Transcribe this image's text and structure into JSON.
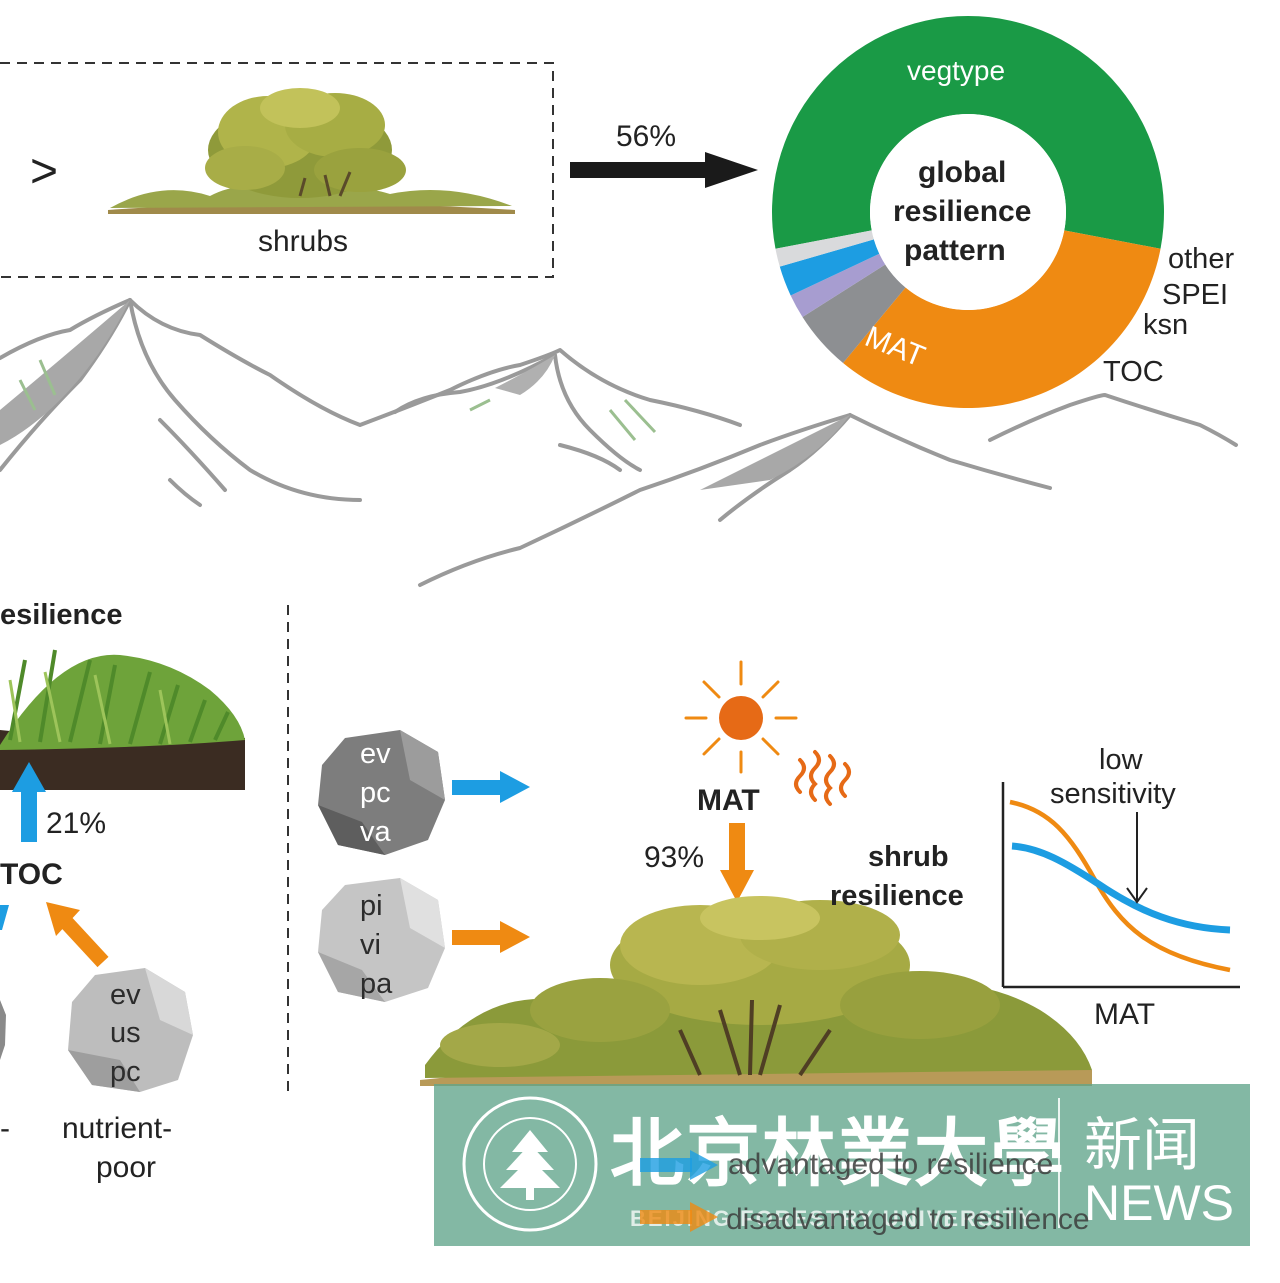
{
  "top": {
    "gt_symbol": ">",
    "shrubs_label": "shrubs",
    "arrow_percent": "56%"
  },
  "donut": {
    "center_lines": [
      "global",
      "resilience",
      "pattern"
    ],
    "segments": [
      {
        "name": "vegtype",
        "share": 0.56,
        "color": "#1a9a46"
      },
      {
        "name": "MAT",
        "share": 0.33,
        "color": "#ef8a12"
      },
      {
        "name": "TOC",
        "share": 0.05,
        "color": "#8d8f92"
      },
      {
        "name": "ksn",
        "share": 0.02,
        "color": "#a79dd0"
      },
      {
        "name": "SPEI",
        "share": 0.025,
        "color": "#1d9de2"
      },
      {
        "name": "other",
        "share": 0.015,
        "color": "#d9dadc"
      }
    ]
  },
  "left_panel": {
    "title_fragment": "esilience",
    "arrow_percent": "21%",
    "driver": "TOC",
    "rock_lines": [
      "ev",
      "us",
      "pc"
    ],
    "rock_caption_lines": [
      "nutrient-",
      "poor"
    ],
    "clipped_caption": "-"
  },
  "right_panel": {
    "rock1_lines": [
      "ev",
      "pc",
      "va"
    ],
    "rock2_lines": [
      "pi",
      "vi",
      "pa"
    ],
    "driver": "MAT",
    "arrow_percent": "93%",
    "resilience_lines": [
      "shrub",
      "resilience"
    ],
    "inset": {
      "annotation_lines": [
        "low",
        "sensitivity"
      ],
      "xlabel": "MAT"
    }
  },
  "legend": {
    "advantaged": "advantaged to resilience",
    "disadvantaged": "disadvantaged to resilience"
  },
  "watermark": {
    "chinese_name": "北京林業大學",
    "english_name": "BEIJING FORESTRY UNIVERSITY",
    "news_cn": "新闻",
    "news_en": "NEWS"
  },
  "colors": {
    "blue_arrow": "#1d9de2",
    "orange_arrow": "#ef8a12",
    "dark_arrow": "#1a1a1a",
    "mountain": "#9a9a9a"
  }
}
